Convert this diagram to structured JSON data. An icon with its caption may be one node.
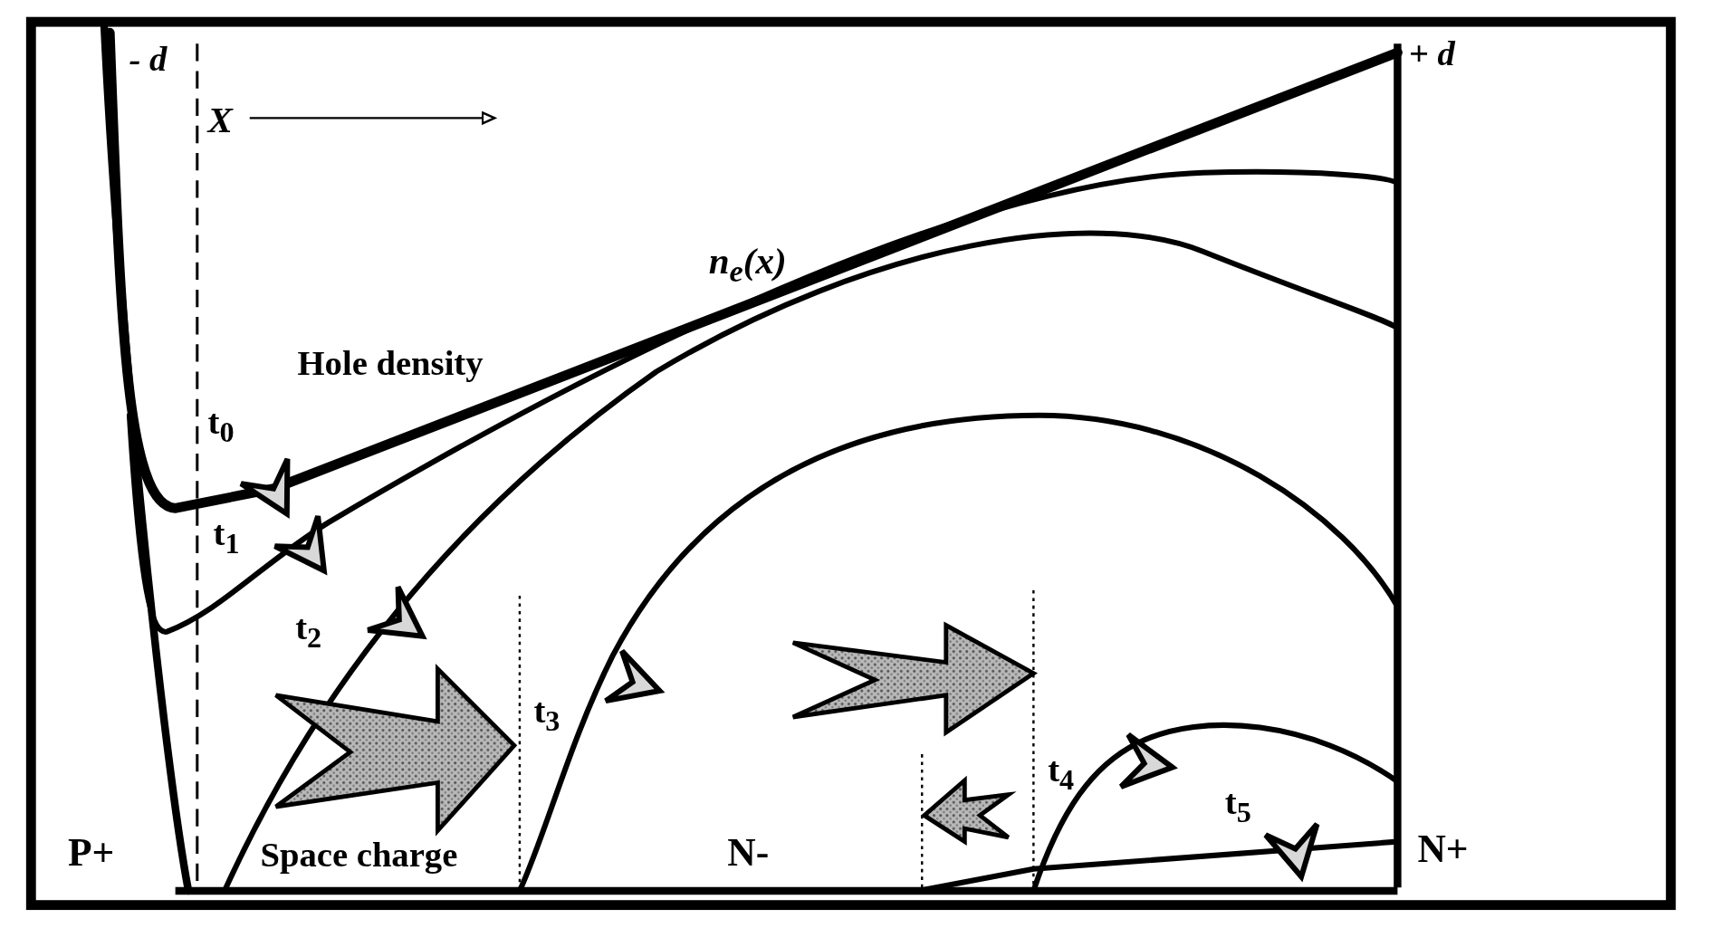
{
  "diagram": {
    "labels": [
      "- d",
      "X",
      "+ d",
      "n$_{e}$(x)",
      "Hole density",
      "t$_{0}$",
      "t$_{1}$",
      "t$_{2}$",
      "t$_{3}$",
      "t$_{4}$",
      "t$_{5}$",
      "P+",
      "Space charge",
      "N-",
      "N+"
    ]
  }
}
